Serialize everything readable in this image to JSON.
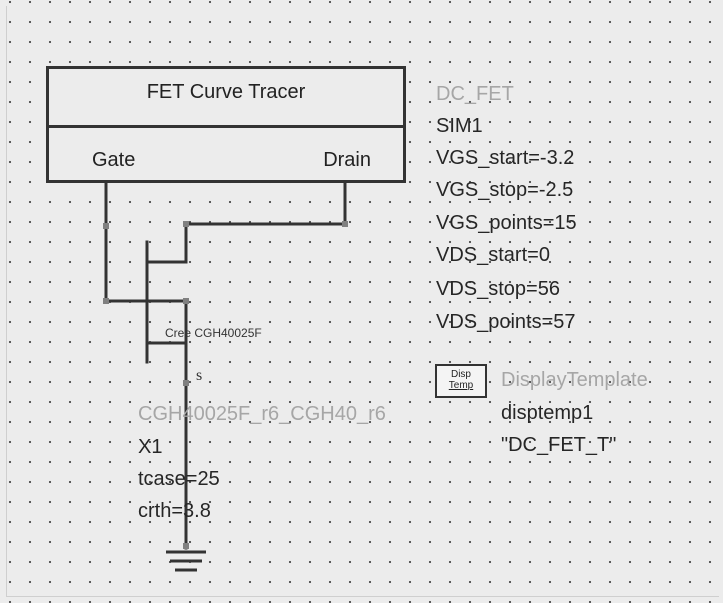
{
  "block": {
    "title": "FET Curve Tracer",
    "gate_label": "Gate",
    "drain_label": "Drain"
  },
  "sim": {
    "name": "DC_FET",
    "instance": "SIM1",
    "params": [
      "VGS_start=-3.2",
      "VGS_stop=-2.5",
      "VGS_points=15",
      "VDS_start=0",
      "VDS_stop=56",
      "VDS_points=57"
    ]
  },
  "transistor": {
    "vendor_label": "Cree CGH40025F",
    "source_pin": "s",
    "model": "CGH40025F_r6_CGH40_r6",
    "instance": "X1",
    "params": [
      "tcase=25",
      "crth=3.8"
    ]
  },
  "display_template": {
    "icon_lines": [
      "Disp",
      "Temp"
    ],
    "type": "DisplayTemplate",
    "instance": "disptemp1",
    "value": "\"DC_FET_T\""
  },
  "colors": {
    "wire": "#333333",
    "node": "#808080",
    "label_gray": "#a6a6a6",
    "background": "#ececec"
  }
}
